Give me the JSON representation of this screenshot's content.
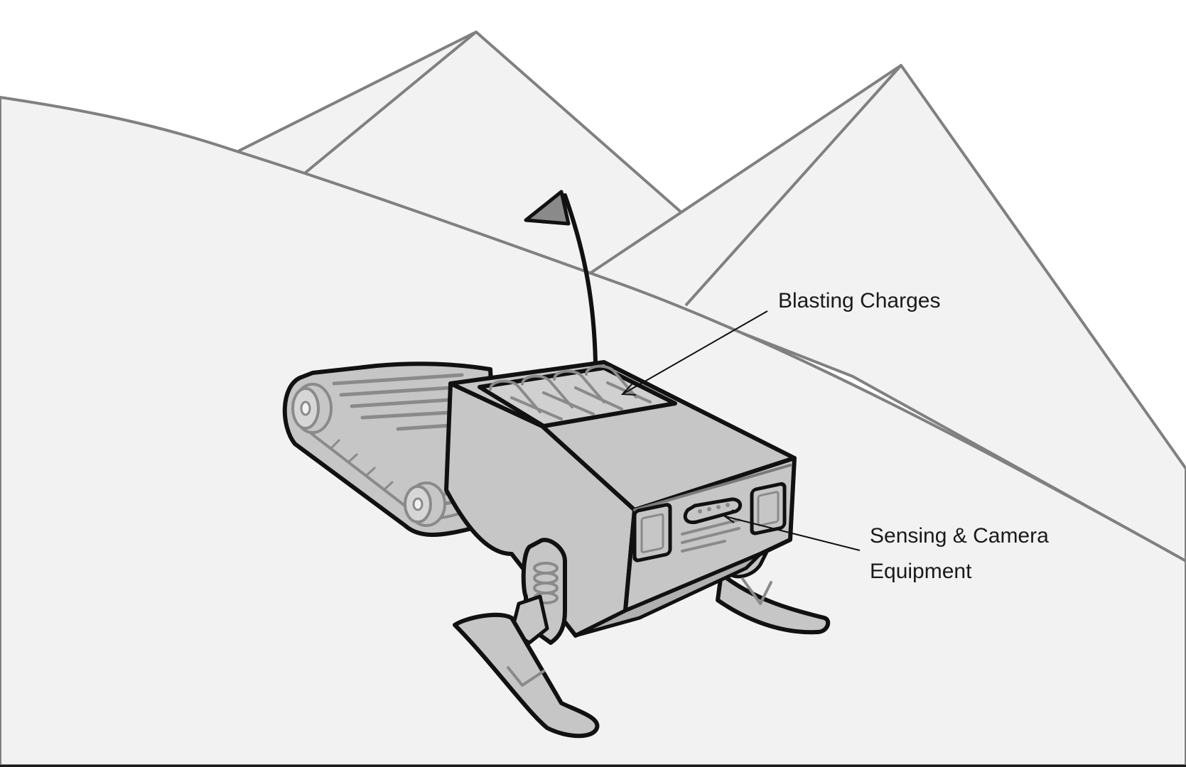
{
  "labels": {
    "blasting_charges": "Blasting Charges",
    "sensing_line1": "Sensing & Camera",
    "sensing_line2": "Equipment"
  },
  "colors": {
    "sky": "#ffffff",
    "ground": "#f2f2f2",
    "mountain_line": "#808080",
    "body_fill": "#c6c6c6",
    "body_dark": "#9a9a9a",
    "outline": "#111111",
    "detail_line": "#7a7a7a",
    "flag_fill": "#8a8a8a"
  },
  "icons": {
    "robot": "robot-illustration",
    "flag": "flag-icon",
    "mountains": "mountain-range"
  }
}
